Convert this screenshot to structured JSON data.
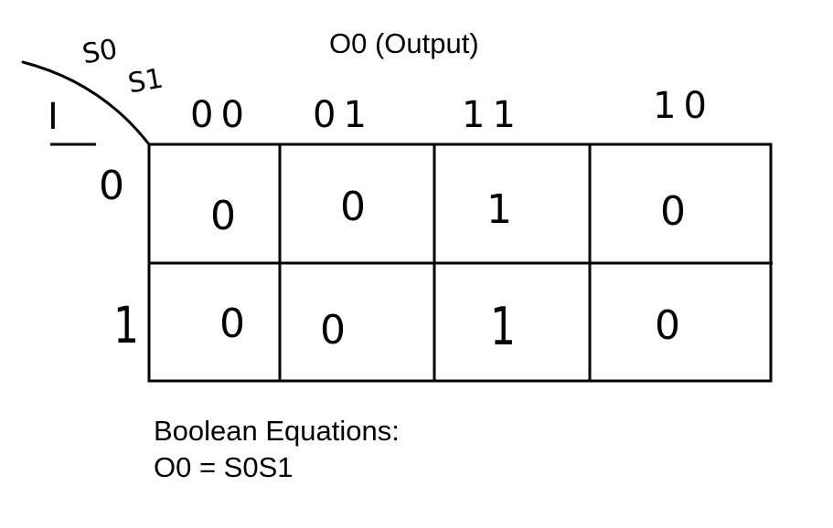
{
  "title": "O0 (Output)",
  "row_variable": "I",
  "column_variables": [
    "S0",
    "S1"
  ],
  "column_headers": [
    "00",
    "01",
    "11",
    "10"
  ],
  "row_headers": [
    "0",
    "1"
  ],
  "cells": [
    [
      "0",
      "0",
      "1",
      "0"
    ],
    [
      "0",
      "0",
      "1",
      "0"
    ]
  ],
  "equations": {
    "heading": "Boolean Equations:",
    "line1": "O0 = S0S1"
  }
}
